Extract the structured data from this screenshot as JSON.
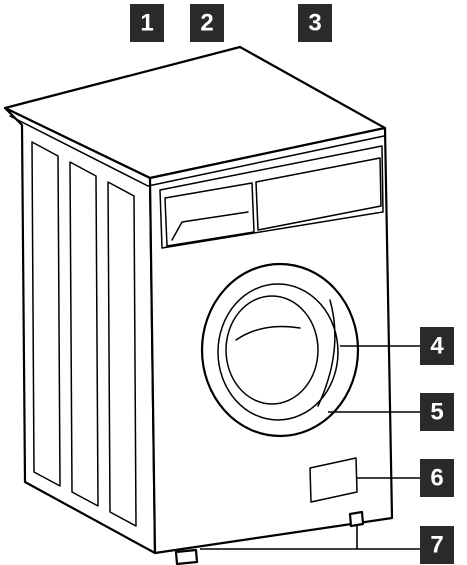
{
  "callouts": [
    {
      "id": "1",
      "label": "1"
    },
    {
      "id": "2",
      "label": "2"
    },
    {
      "id": "3",
      "label": "3"
    },
    {
      "id": "4",
      "label": "4"
    },
    {
      "id": "5",
      "label": "5"
    },
    {
      "id": "6",
      "label": "6"
    },
    {
      "id": "7",
      "label": "7"
    }
  ],
  "colors": {
    "outline": "#000000",
    "callout_background": "#2a2a2a",
    "callout_text": "#ffffff",
    "background": "#ffffff"
  }
}
